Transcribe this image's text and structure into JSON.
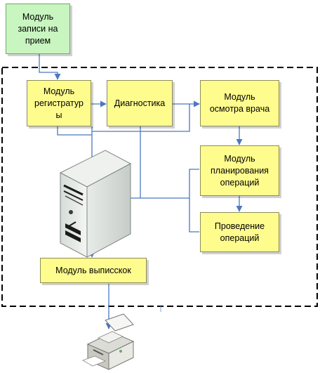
{
  "nodes": {
    "reception": {
      "label": "Модуль\nзаписи на\nприем",
      "color": "#c8f5c0"
    },
    "registry": {
      "label": "Модуль\nрегистратур\nы",
      "color": "#fffc8e"
    },
    "diagnostics": {
      "label": "Диагностика",
      "color": "#fffc8e"
    },
    "exam": {
      "label": "Модуль\nосмотра врача",
      "color": "#fffc8e"
    },
    "planning": {
      "label": "Модуль\nпланирования\nопераций",
      "color": "#fffc8e"
    },
    "operations": {
      "label": "Проведение\nопераций",
      "color": "#fffc8e"
    },
    "discharge": {
      "label": "Модуль выписскок",
      "color": "#fffc8e"
    }
  },
  "icons": [
    "server-icon",
    "printer-icon"
  ],
  "colors": {
    "connector": "#4a78c2",
    "boundary": "#000000"
  }
}
